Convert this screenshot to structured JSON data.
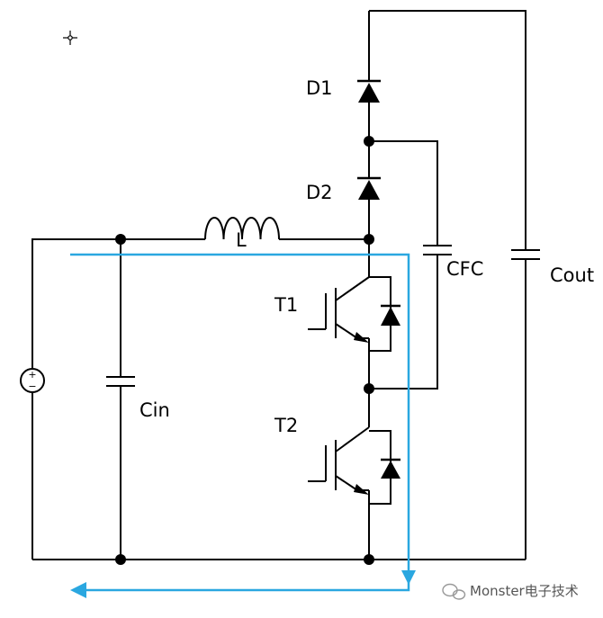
{
  "diagram": {
    "labels": {
      "d1": "D1",
      "d2": "D2",
      "inductor": "L",
      "cfc": "CFC",
      "cout": "Cout",
      "cin": "Cin",
      "t1": "T1",
      "t2": "T2"
    },
    "source": {
      "plus": "+",
      "minus": "−"
    },
    "watermark": "Monster电子技术",
    "colors": {
      "wire": "#000000",
      "current_path": "#2aa7e0"
    }
  }
}
